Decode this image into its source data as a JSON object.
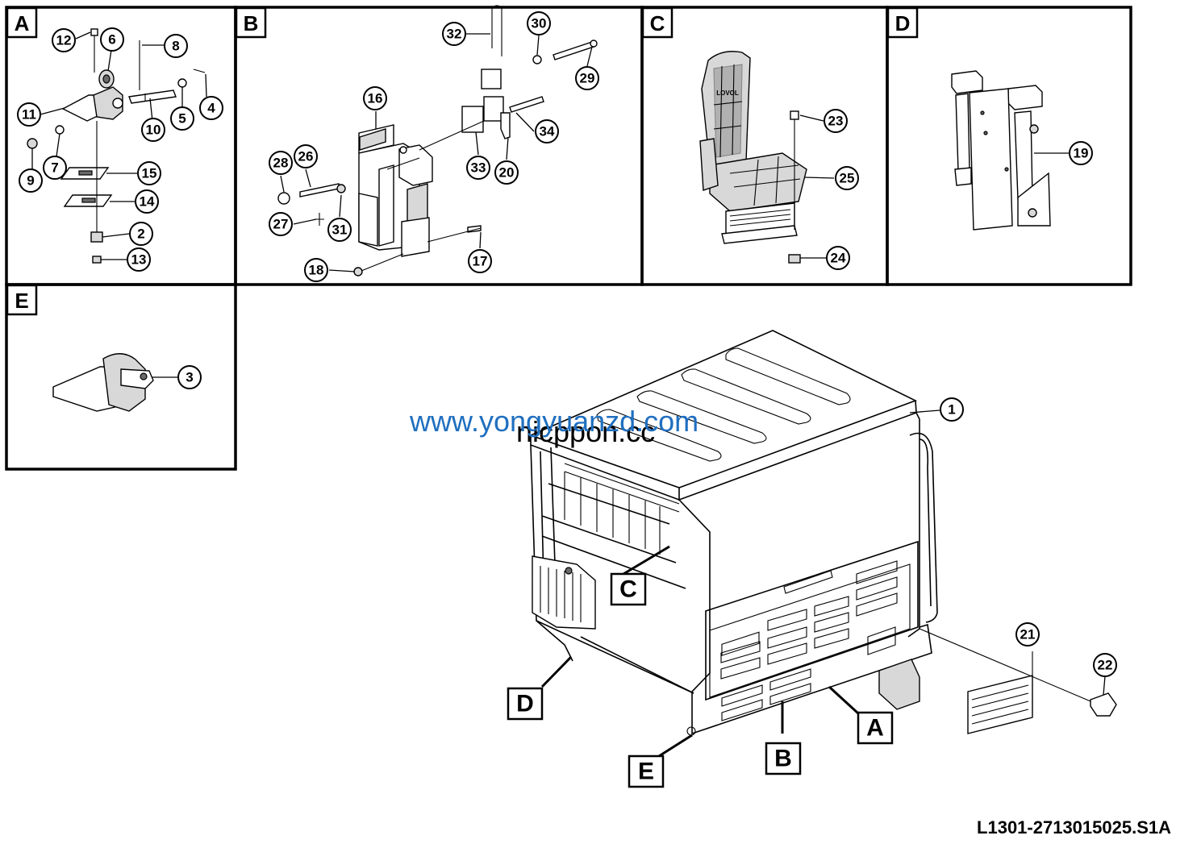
{
  "panels": {
    "A": {
      "label": "A"
    },
    "B": {
      "label": "B"
    },
    "C": {
      "label": "C"
    },
    "D": {
      "label": "D"
    },
    "E": {
      "label": "E"
    }
  },
  "callouts": [
    "1",
    "2",
    "3",
    "4",
    "5",
    "6",
    "7",
    "8",
    "9",
    "10",
    "11",
    "12",
    "13",
    "14",
    "15",
    "16",
    "17",
    "18",
    "19",
    "20",
    "21",
    "22",
    "23",
    "24",
    "25",
    "26",
    "27",
    "28",
    "29",
    "30",
    "31",
    "32",
    "33",
    "34"
  ],
  "view_labels": {
    "A": "A",
    "B": "B",
    "C": "C",
    "D": "D",
    "E": "E"
  },
  "seat_logo": "LOVOL",
  "watermark_blue": "www.yongyuanzd.com",
  "watermark_black": "nicppon.cc",
  "document_code": "L1301-2713015025.S1A"
}
